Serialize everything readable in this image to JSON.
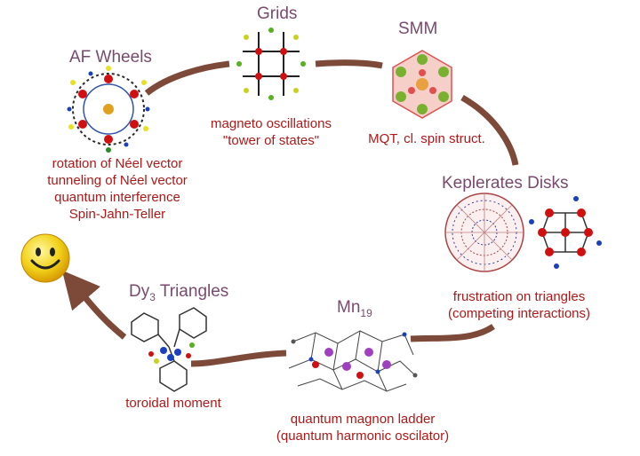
{
  "nodes": {
    "af_wheels": {
      "title": "AF Wheels",
      "lines": [
        "rotation of Néel vector",
        "tunneling of Néel vector",
        "quantum interference",
        "Spin-Jahn-Teller"
      ]
    },
    "grids": {
      "title": "Grids",
      "lines": [
        "magneto oscillations",
        "\"tower of states\""
      ]
    },
    "smm": {
      "title": "SMM",
      "lines": [
        "MQT, cl. spin struct."
      ]
    },
    "keplerates": {
      "title": "Keplerates Disks",
      "lines": [
        "frustration on triangles",
        "(competing interactions)"
      ]
    },
    "mn19": {
      "title_base": "Mn",
      "title_sub": "19",
      "lines": [
        "quantum magnon ladder",
        "(quantum harmonic oscilator)"
      ]
    },
    "dy3": {
      "title_base": "Dy",
      "title_sub": "3",
      "title_rest": " Triangles",
      "lines": [
        "toroidal moment"
      ]
    }
  },
  "smiley": "smiley-face",
  "colors": {
    "title": "#7a4a6e",
    "description": "#b01818",
    "arrow": "#7d4a3a",
    "smiley": "#f2d21b"
  }
}
